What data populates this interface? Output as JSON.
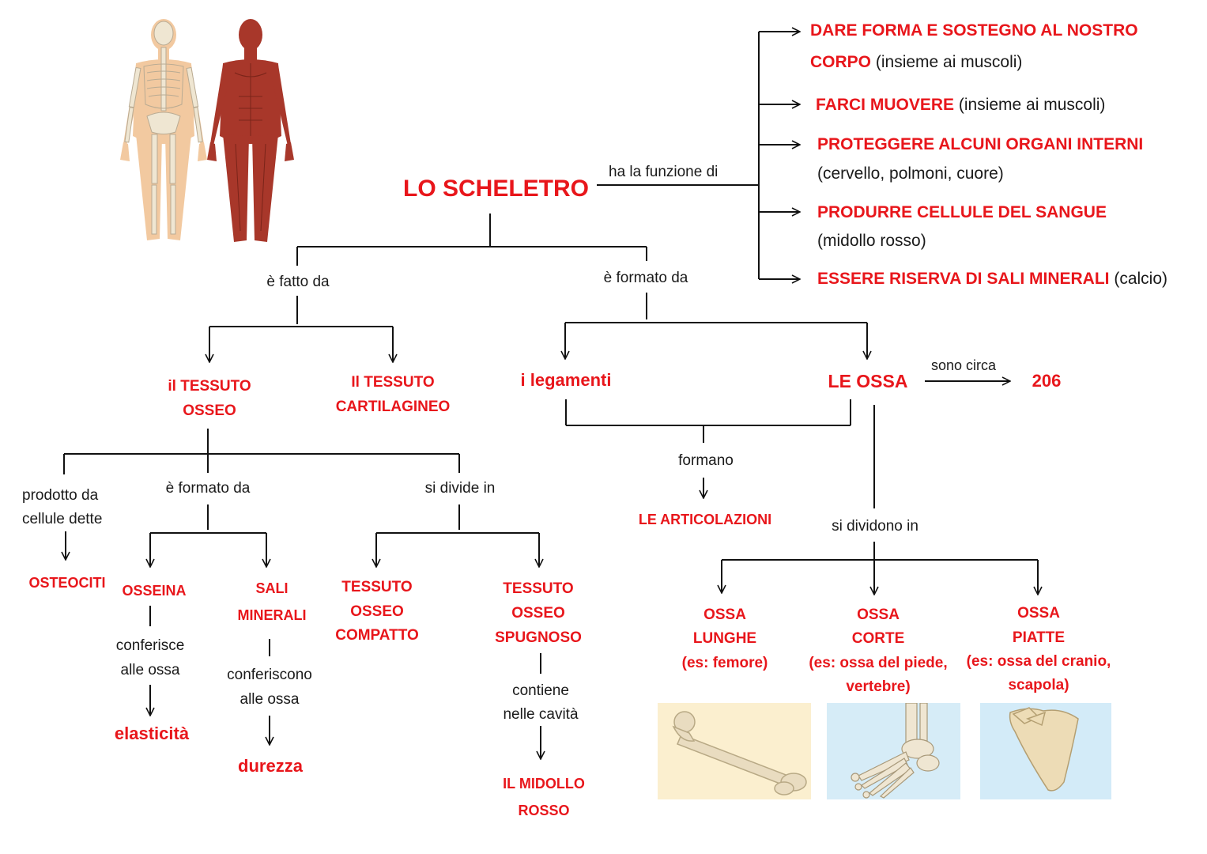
{
  "title": "LO SCHELETRO",
  "links": {
    "funzione": "ha la funzione di",
    "fatto_da": "è fatto da",
    "formato_da": "è formato da",
    "prodotto_da_1": "prodotto da",
    "prodotto_da_2": "cellule dette",
    "osseo_formato_da": "è formato da",
    "si_divide_in": "si divide in",
    "sono_circa": "sono circa",
    "formano": "formano",
    "si_dividono_in": "si dividono in",
    "osseina_1": "conferisce",
    "osseina_2": "alle ossa",
    "sali_1": "conferiscono",
    "sali_2": "alle ossa",
    "spugnoso_1": "contiene",
    "spugnoso_2": "nelle cavità"
  },
  "functions": [
    {
      "line1": "DARE FORMA E SOSTEGNO AL NOSTRO",
      "line2_red": "CORPO",
      "line2_note": "(insieme ai muscoli)"
    },
    {
      "line1": "FARCI MUOVERE",
      "note": "(insieme ai muscoli)"
    },
    {
      "line1": "PROTEGGERE ALCUNI ORGANI INTERNI",
      "line2_note": "(cervello, polmoni, cuore)"
    },
    {
      "line1": "PRODURRE CELLULE DEL SANGUE",
      "line2_note": "(midollo rosso)"
    },
    {
      "line1": "ESSERE RISERVA DI SALI MINERALI",
      "note": "(calcio)"
    }
  ],
  "nodes": {
    "tessuto_osseo_1": "il TESSUTO",
    "tessuto_osseo_2": "OSSEO",
    "tessuto_cart_1": "Il TESSUTO",
    "tessuto_cart_2": "CARTILAGINEO",
    "legamenti": "i legamenti",
    "ossa": "LE OSSA",
    "numero_ossa": "206",
    "articolazioni": "LE ARTICOLAZIONI",
    "osteociti": "OSTEOCITI",
    "osseina": "OSSEINA",
    "sali_1": "SALI",
    "sali_2": "MINERALI",
    "compatto_1": "TESSUTO",
    "compatto_2": "OSSEO",
    "compatto_3": "COMPATTO",
    "spugnoso_1": "TESSUTO",
    "spugnoso_2": "OSSEO",
    "spugnoso_3": "SPUGNOSO",
    "elasticita": "elasticità",
    "durezza": "durezza",
    "midollo_1": "IL MIDOLLO",
    "midollo_2": "ROSSO",
    "lunghe_1": "OSSA",
    "lunghe_2": "LUNGHE",
    "lunghe_3": "(es: femore)",
    "corte_1": "OSSA",
    "corte_2": "CORTE",
    "corte_3": "(es: ossa del piede,",
    "corte_4": "vertebre)",
    "piatte_1": "OSSA",
    "piatte_2": "PIATTE",
    "piatte_3": "(es: ossa del cranio,",
    "piatte_4": "scapola)"
  },
  "colors": {
    "accent": "#e8161b",
    "text": "#1a1a1a",
    "skin": "#f2c9a0",
    "bone": "#efe6d2",
    "muscle": "#a8372a",
    "femur_bg": "#fbefcf",
    "foot_bg": "#d6ecf7",
    "scapula_bg": "#d3ebf8"
  }
}
